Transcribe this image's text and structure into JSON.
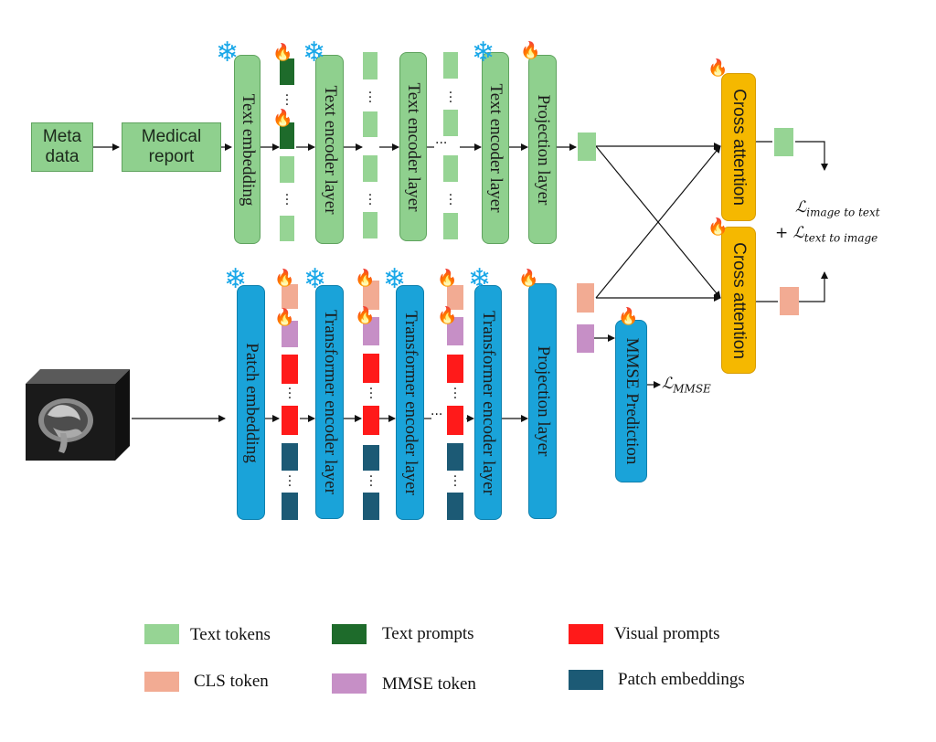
{
  "text_branch": {
    "meta_data": "Meta data",
    "medical_report": "Medical report",
    "text_embedding": "Text embedding",
    "text_encoder_layer_1": "Text encoder layer",
    "text_encoder_layer_2": "Text encoder layer",
    "text_encoder_layer_3": "Text encoder layer",
    "projection_layer": "Projection layer"
  },
  "image_branch": {
    "patch_embedding": "Patch embedding",
    "transformer_encoder_layer_1": "Transformer encoder layer",
    "transformer_encoder_layer_2": "Transformer encoder layer",
    "transformer_encoder_layer_3": "Transformer encoder layer",
    "projection_layer": "Projection layer",
    "mmse_prediction": "MMSE Prediction"
  },
  "fusion": {
    "cross_attention_top": "Cross attention",
    "cross_attention_bottom": "Cross attention"
  },
  "losses": {
    "loss_symbol": "ℒ",
    "image_to_text_sub": "image to text",
    "plus_sign": "+",
    "text_to_image_sub": "text to image",
    "mmse_sub": "MMSE"
  },
  "icons": {
    "frozen": "snowflake-icon",
    "trainable": "flame-icon"
  },
  "colors": {
    "text_tokens": "#96d494",
    "text_prompts": "#1e6b2b",
    "visual_prompts": "#ff1a1a",
    "cls_token": "#f2ab93",
    "mmse_token": "#c68fc6",
    "patch_embeddings": "#1c5a75",
    "text_module": "#8fd08e",
    "image_module": "#1aa3d9",
    "cross_attention": "#f5b800"
  },
  "legend": {
    "text_tokens": "Text tokens",
    "text_prompts": "Text prompts",
    "visual_prompts": "Visual prompts",
    "cls_token": "CLS token",
    "mmse_token": "MMSE token",
    "patch_embeddings": "Patch embeddings"
  }
}
